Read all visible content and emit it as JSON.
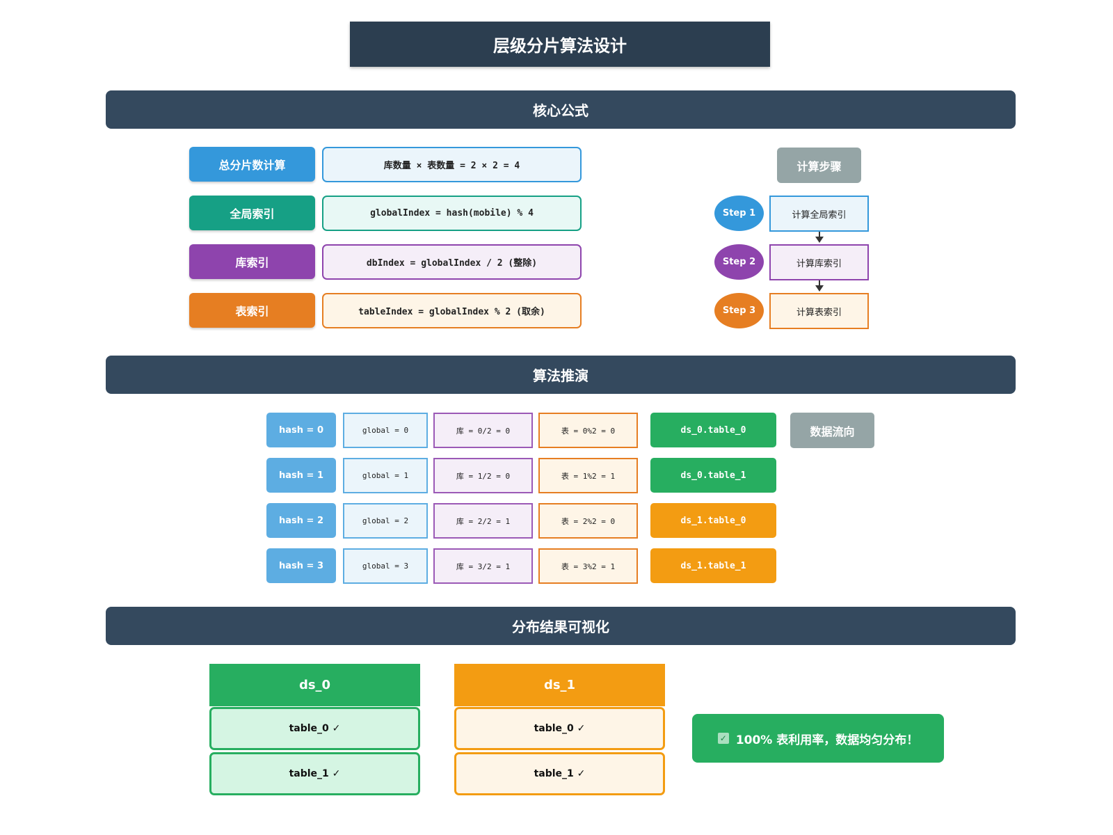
{
  "title": "层级分片算法设计",
  "sections": {
    "formula": "核心公式",
    "derivation": "算法推演",
    "visualization": "分布结果可视化"
  },
  "formulas": [
    {
      "label": "总分片数计算",
      "expr": "库数量 × 表数量 = 2 × 2 = 4",
      "color": "#3498db",
      "border": "#3498db",
      "bg": "#ebf5fb"
    },
    {
      "label": "全局索引",
      "expr": "globalIndex = hash(mobile) % 4",
      "color": "#16a085",
      "border": "#16a085",
      "bg": "#e8f8f5"
    },
    {
      "label": "库索引",
      "expr": "dbIndex = globalIndex / 2 (整除)",
      "color": "#8e44ad",
      "border": "#8e44ad",
      "bg": "#f5eef8"
    },
    {
      "label": "表索引",
      "expr": "tableIndex = globalIndex % 2 (取余)",
      "color": "#e67e22",
      "border": "#e67e22",
      "bg": "#fef5e7"
    }
  ],
  "steps": {
    "title": "计算步骤",
    "items": [
      {
        "badge": "Step 1",
        "text": "计算全局索引",
        "color": "#3498db",
        "bg": "#ebf5fb"
      },
      {
        "badge": "Step 2",
        "text": "计算库索引",
        "color": "#8e44ad",
        "bg": "#f5eef8"
      },
      {
        "badge": "Step 3",
        "text": "计算表索引",
        "color": "#e67e22",
        "bg": "#fef5e7"
      }
    ]
  },
  "derivation": {
    "flow_label": "数据流向",
    "rows": [
      {
        "hash": "hash = 0",
        "global": "global = 0",
        "db": "库 = 0/2 = 0",
        "table": "表 = 0%2 = 0",
        "dest": "ds_0.table_0",
        "dest_color": "#27ae60"
      },
      {
        "hash": "hash = 1",
        "global": "global = 1",
        "db": "库 = 1/2 = 0",
        "table": "表 = 1%2 = 1",
        "dest": "ds_0.table_1",
        "dest_color": "#27ae60"
      },
      {
        "hash": "hash = 2",
        "global": "global = 2",
        "db": "库 = 2/2 = 1",
        "table": "表 = 2%2 = 0",
        "dest": "ds_1.table_0",
        "dest_color": "#f39c12"
      },
      {
        "hash": "hash = 3",
        "global": "global = 3",
        "db": "库 = 3/2 = 1",
        "table": "表 = 3%2 = 1",
        "dest": "ds_1.table_1",
        "dest_color": "#f39c12"
      }
    ]
  },
  "distribution": {
    "databases": [
      {
        "name": "ds_0",
        "color": "#27ae60",
        "table_bg": "#d5f5e3",
        "tables": [
          "table_0 ✓",
          "table_1 ✓"
        ]
      },
      {
        "name": "ds_1",
        "color": "#f39c12",
        "table_bg": "#fef5e7",
        "tables": [
          "table_0 ✓",
          "table_1 ✓"
        ]
      }
    ],
    "result_icon": "check-box-icon",
    "result_text": "100% 表利用率，数据均匀分布！"
  }
}
